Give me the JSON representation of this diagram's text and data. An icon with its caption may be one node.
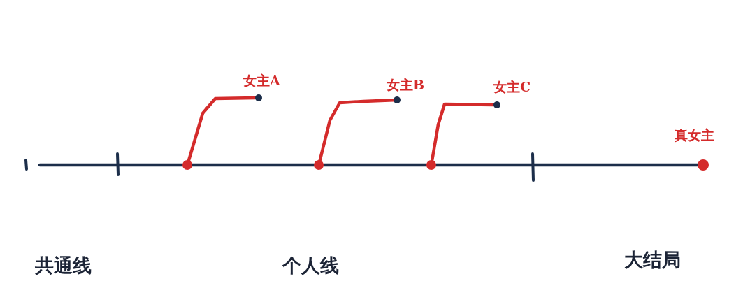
{
  "diagram": {
    "nodes": [
      {
        "text": [],
        "shape": "circle"
      },
      {
        "text": [],
        "shape": "circle"
      },
      {
        "text": [],
        "shape": "circle"
      },
      {
        "text": [
          "女主A"
        ]
      },
      {
        "text": [
          "女主B"
        ]
      },
      {
        "text": [
          "女主C"
        ]
      },
      {
        "text": [
          "真女主"
        ]
      }
    ],
    "edges": [
      {
        "from": null,
        "to": 0,
        "arrow": "none"
      },
      {
        "from": 0,
        "to": 1,
        "arrow": "none"
      },
      {
        "from": 1,
        "to": 2,
        "arrow": "none"
      },
      {
        "from": 2,
        "to": 6,
        "arrow": "none"
      },
      {
        "from": 0,
        "to": 3,
        "arrow": "none",
        "color": "#d42b2b"
      },
      {
        "from": 1,
        "to": 4,
        "arrow": "none",
        "color": "#d42b2b"
      },
      {
        "from": 2,
        "to": 5,
        "arrow": "none",
        "color": "#d42b2b"
      }
    ],
    "labels": [
      "共通线",
      "个人线",
      "大结局"
    ]
  }
}
